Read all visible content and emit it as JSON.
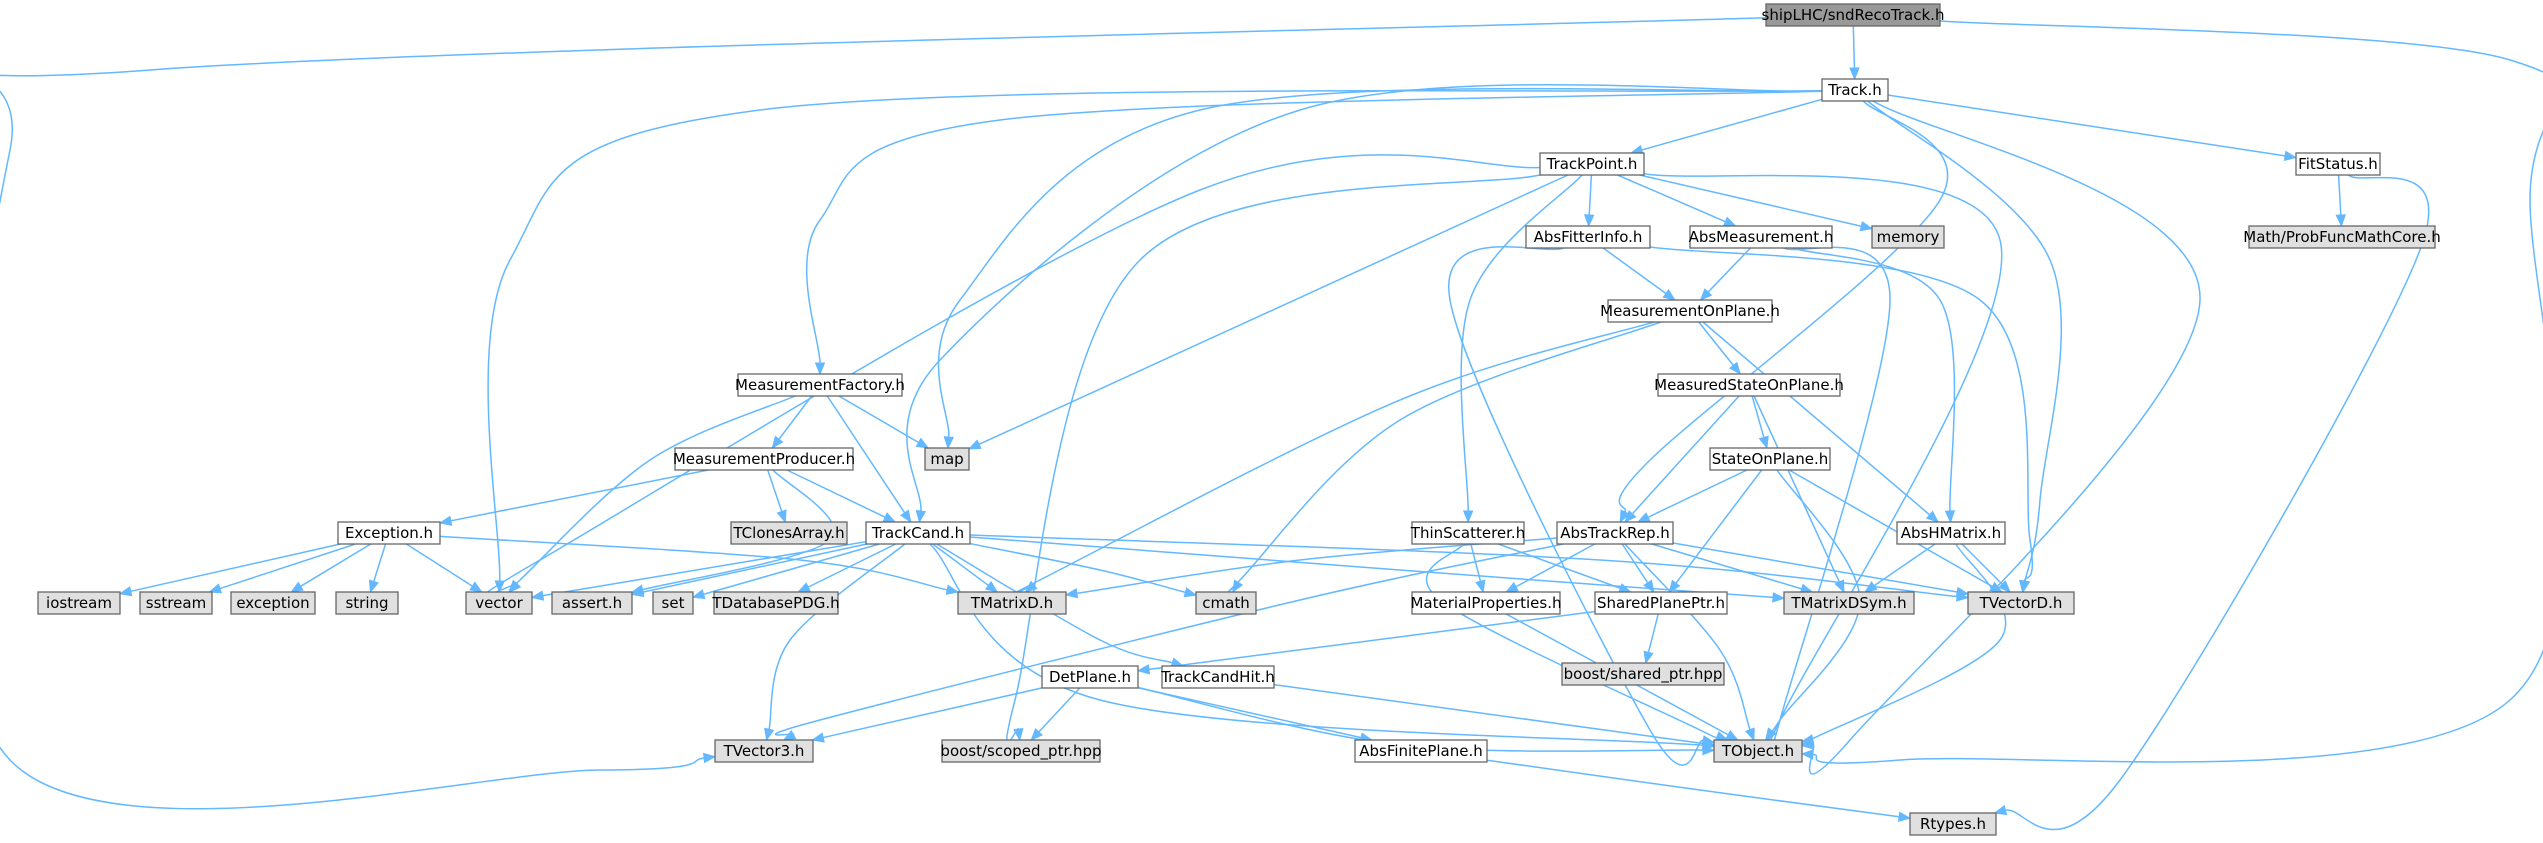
{
  "colors": {
    "root_fill": "#999999",
    "local_fill": "#ffffff",
    "external_fill": "#e0e0e0",
    "border": "#666666",
    "edge": "#63b8ff"
  },
  "nodes": [
    {
      "id": "root",
      "label": "shipLHC/sndRecoTrack.h",
      "kind": "root"
    },
    {
      "id": "track",
      "label": "Track.h",
      "kind": "local"
    },
    {
      "id": "trackpoint",
      "label": "TrackPoint.h",
      "kind": "local"
    },
    {
      "id": "fitstatus",
      "label": "FitStatus.h",
      "kind": "local"
    },
    {
      "id": "probfunc",
      "label": "Math/ProbFuncMathCore.h",
      "kind": "external"
    },
    {
      "id": "absfitterinfo",
      "label": "AbsFitterInfo.h",
      "kind": "local"
    },
    {
      "id": "absmeasurement",
      "label": "AbsMeasurement.h",
      "kind": "local"
    },
    {
      "id": "memory",
      "label": "memory",
      "kind": "external"
    },
    {
      "id": "measurementonplane",
      "label": "MeasurementOnPlane.h",
      "kind": "local"
    },
    {
      "id": "measurementfactory",
      "label": "MeasurementFactory.h",
      "kind": "local"
    },
    {
      "id": "measuredstateonplane",
      "label": "MeasuredStateOnPlane.h",
      "kind": "local"
    },
    {
      "id": "map",
      "label": "map",
      "kind": "external"
    },
    {
      "id": "measurementproducer",
      "label": "MeasurementProducer.h",
      "kind": "local"
    },
    {
      "id": "stateonplane",
      "label": "StateOnPlane.h",
      "kind": "local"
    },
    {
      "id": "exception",
      "label": "Exception.h",
      "kind": "local"
    },
    {
      "id": "tclonesarray",
      "label": "TClonesArray.h",
      "kind": "external"
    },
    {
      "id": "trackcand",
      "label": "TrackCand.h",
      "kind": "local"
    },
    {
      "id": "thinscatterer",
      "label": "ThinScatterer.h",
      "kind": "local"
    },
    {
      "id": "abstrackrep",
      "label": "AbsTrackRep.h",
      "kind": "local"
    },
    {
      "id": "abshmatrix",
      "label": "AbsHMatrix.h",
      "kind": "local"
    },
    {
      "id": "iostream",
      "label": "iostream",
      "kind": "external"
    },
    {
      "id": "sstream",
      "label": "sstream",
      "kind": "external"
    },
    {
      "id": "exceptionstd",
      "label": "exception",
      "kind": "external"
    },
    {
      "id": "string",
      "label": "string",
      "kind": "external"
    },
    {
      "id": "vector",
      "label": "vector",
      "kind": "external"
    },
    {
      "id": "asserth",
      "label": "assert.h",
      "kind": "external"
    },
    {
      "id": "set",
      "label": "set",
      "kind": "external"
    },
    {
      "id": "tdatabasepdg",
      "label": "TDatabasePDG.h",
      "kind": "external"
    },
    {
      "id": "tmatrixd",
      "label": "TMatrixD.h",
      "kind": "external"
    },
    {
      "id": "cmath",
      "label": "cmath",
      "kind": "external"
    },
    {
      "id": "materialproperties",
      "label": "MaterialProperties.h",
      "kind": "local"
    },
    {
      "id": "sharedplaneptr",
      "label": "SharedPlanePtr.h",
      "kind": "local"
    },
    {
      "id": "tmatrixdsym",
      "label": "TMatrixDSym.h",
      "kind": "external"
    },
    {
      "id": "tvectord",
      "label": "TVectorD.h",
      "kind": "external"
    },
    {
      "id": "boostshared",
      "label": "boost/shared_ptr.hpp",
      "kind": "external"
    },
    {
      "id": "detplane",
      "label": "DetPlane.h",
      "kind": "local"
    },
    {
      "id": "trackcandhit",
      "label": "TrackCandHit.h",
      "kind": "local"
    },
    {
      "id": "tvector3",
      "label": "TVector3.h",
      "kind": "external"
    },
    {
      "id": "boostscoped",
      "label": "boost/scoped_ptr.hpp",
      "kind": "external"
    },
    {
      "id": "absfiniteplane",
      "label": "AbsFinitePlane.h",
      "kind": "local"
    },
    {
      "id": "tobject",
      "label": "TObject.h",
      "kind": "external"
    },
    {
      "id": "rtypes",
      "label": "Rtypes.h",
      "kind": "external"
    }
  ],
  "edges": [
    [
      "root",
      "track"
    ],
    [
      "root",
      "tvector3"
    ],
    [
      "root",
      "tobject"
    ],
    [
      "track",
      "trackpoint"
    ],
    [
      "track",
      "fitstatus"
    ],
    [
      "track",
      "measurementfactory"
    ],
    [
      "track",
      "trackcand"
    ],
    [
      "track",
      "abstrackrep"
    ],
    [
      "track",
      "vector"
    ],
    [
      "track",
      "map"
    ],
    [
      "track",
      "tvectord"
    ],
    [
      "track",
      "tobject"
    ],
    [
      "trackpoint",
      "absfitterinfo"
    ],
    [
      "trackpoint",
      "absmeasurement"
    ],
    [
      "trackpoint",
      "memory"
    ],
    [
      "trackpoint",
      "thinscatterer"
    ],
    [
      "trackpoint",
      "vector"
    ],
    [
      "trackpoint",
      "map"
    ],
    [
      "trackpoint",
      "boostscoped"
    ],
    [
      "trackpoint",
      "tobject"
    ],
    [
      "fitstatus",
      "probfunc"
    ],
    [
      "fitstatus",
      "rtypes"
    ],
    [
      "absfitterinfo",
      "measurementonplane"
    ],
    [
      "absfitterinfo",
      "tvectord"
    ],
    [
      "absfitterinfo",
      "tobject"
    ],
    [
      "absmeasurement",
      "measurementonplane"
    ],
    [
      "absmeasurement",
      "abshmatrix"
    ],
    [
      "absmeasurement",
      "tobject"
    ],
    [
      "measurementonplane",
      "measuredstateonplane"
    ],
    [
      "measurementonplane",
      "abshmatrix"
    ],
    [
      "measurementonplane",
      "tmatrixd"
    ],
    [
      "measurementonplane",
      "cmath"
    ],
    [
      "measuredstateonplane",
      "stateonplane"
    ],
    [
      "measuredstateonplane",
      "abstrackrep"
    ],
    [
      "measuredstateonplane",
      "tmatrixdsym"
    ],
    [
      "stateonplane",
      "abstrackrep"
    ],
    [
      "stateonplane",
      "sharedplaneptr"
    ],
    [
      "stateonplane",
      "tvectord"
    ],
    [
      "stateonplane",
      "tobject"
    ],
    [
      "measurementfactory",
      "measurementproducer"
    ],
    [
      "measurementfactory",
      "trackcand"
    ],
    [
      "measurementfactory",
      "map"
    ],
    [
      "measurementfactory",
      "vector"
    ],
    [
      "measurementproducer",
      "exception"
    ],
    [
      "measurementproducer",
      "tclonesarray"
    ],
    [
      "measurementproducer",
      "trackcand"
    ],
    [
      "measurementproducer",
      "asserth"
    ],
    [
      "exception",
      "iostream"
    ],
    [
      "exception",
      "sstream"
    ],
    [
      "exception",
      "exceptionstd"
    ],
    [
      "exception",
      "string"
    ],
    [
      "exception",
      "vector"
    ],
    [
      "exception",
      "tmatrixd"
    ],
    [
      "trackcand",
      "trackcandhit"
    ],
    [
      "trackcand",
      "vector"
    ],
    [
      "trackcand",
      "asserth"
    ],
    [
      "trackcand",
      "set"
    ],
    [
      "trackcand",
      "tdatabasepdg"
    ],
    [
      "trackcand",
      "tmatrixd"
    ],
    [
      "trackcand",
      "cmath"
    ],
    [
      "trackcand",
      "tmatrixdsym"
    ],
    [
      "trackcand",
      "tvectord"
    ],
    [
      "trackcand",
      "tvector3"
    ],
    [
      "trackcand",
      "tobject"
    ],
    [
      "thinscatterer",
      "materialproperties"
    ],
    [
      "thinscatterer",
      "sharedplaneptr"
    ],
    [
      "thinscatterer",
      "tobject"
    ],
    [
      "abstrackrep",
      "materialproperties"
    ],
    [
      "abstrackrep",
      "sharedplaneptr"
    ],
    [
      "abstrackrep",
      "tmatrixd"
    ],
    [
      "abstrackrep",
      "tmatrixdsym"
    ],
    [
      "abstrackrep",
      "tvectord"
    ],
    [
      "abstrackrep",
      "tvector3"
    ],
    [
      "abstrackrep",
      "tobject"
    ],
    [
      "abshmatrix",
      "tmatrixdsym"
    ],
    [
      "abshmatrix",
      "tvectord"
    ],
    [
      "abshmatrix",
      "tobject"
    ],
    [
      "materialproperties",
      "tobject"
    ],
    [
      "sharedplaneptr",
      "detplane"
    ],
    [
      "sharedplaneptr",
      "boostshared"
    ],
    [
      "detplane",
      "tvector3"
    ],
    [
      "detplane",
      "boostscoped"
    ],
    [
      "detplane",
      "absfiniteplane"
    ],
    [
      "detplane",
      "tobject"
    ],
    [
      "trackcandhit",
      "tobject"
    ],
    [
      "absfiniteplane",
      "rtypes"
    ]
  ]
}
